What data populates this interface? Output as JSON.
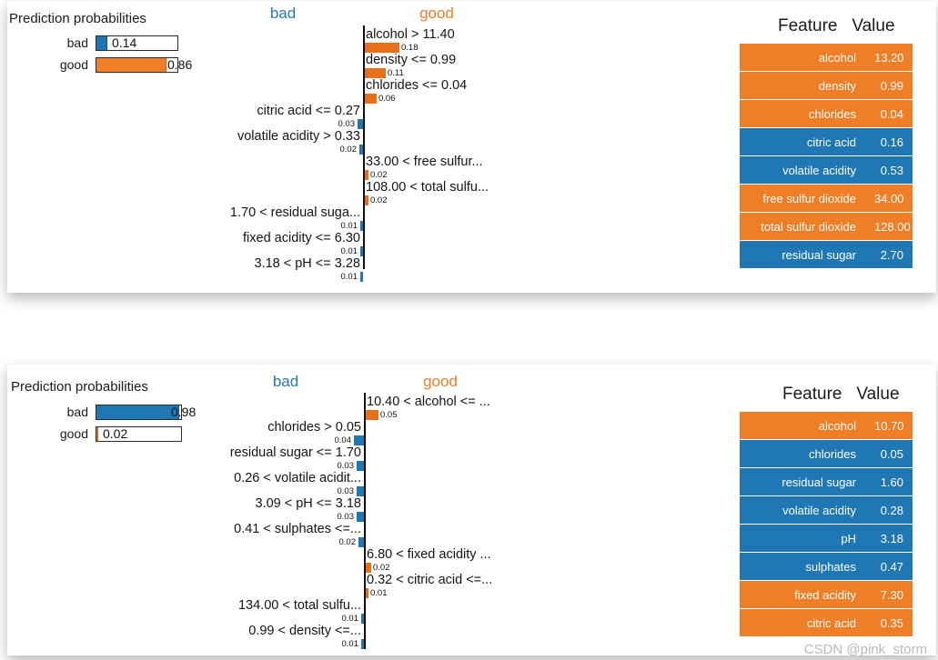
{
  "watermark": "CSDN @pink_storm",
  "panels": [
    {
      "id": "top",
      "probabilities": {
        "title": "Prediction probabilities",
        "rows": [
          {
            "label": "bad",
            "value": "0.14",
            "p": 0.14,
            "color": "blue"
          },
          {
            "label": "good",
            "value": "0.86",
            "p": 0.86,
            "color": "orange"
          }
        ]
      },
      "chart_data": {
        "type": "bar",
        "title": "LIME local explanation",
        "orientation": "horizontal-diverging",
        "classes": [
          {
            "name": "bad",
            "color": "#2878b5"
          },
          {
            "name": "good",
            "color": "#f07e26"
          }
        ],
        "xlabel": "",
        "ylabel": "",
        "xlim": [
          -0.2,
          0.2
        ],
        "grid": false,
        "legend": "top",
        "features": [
          {
            "label": "alcohol > 11.40",
            "weight": 0.18,
            "side": "good"
          },
          {
            "label": "density <= 0.99",
            "weight": 0.11,
            "side": "good"
          },
          {
            "label": "chlorides <= 0.04",
            "weight": 0.06,
            "side": "good"
          },
          {
            "label": "citric acid <= 0.27",
            "weight": 0.03,
            "side": "bad"
          },
          {
            "label": "volatile acidity > 0.33",
            "weight": 0.02,
            "side": "bad"
          },
          {
            "label": "33.00 < free sulfur...",
            "weight": 0.02,
            "side": "good"
          },
          {
            "label": "108.00 < total sulfu...",
            "weight": 0.02,
            "side": "good"
          },
          {
            "label": "1.70 < residual suga...",
            "weight": 0.01,
            "side": "bad"
          },
          {
            "label": "fixed acidity <= 6.30",
            "weight": 0.01,
            "side": "bad"
          },
          {
            "label": "3.18 < pH <= 3.28",
            "weight": 0.01,
            "side": "bad"
          }
        ]
      },
      "table": {
        "headers": [
          "Feature",
          "Value"
        ],
        "rows": [
          {
            "feature": "alcohol",
            "value": "13.20",
            "color": "orange"
          },
          {
            "feature": "density",
            "value": "0.99",
            "color": "orange"
          },
          {
            "feature": "chlorides",
            "value": "0.04",
            "color": "orange"
          },
          {
            "feature": "citric acid",
            "value": "0.16",
            "color": "blue"
          },
          {
            "feature": "volatile acidity",
            "value": "0.53",
            "color": "blue"
          },
          {
            "feature": "free sulfur dioxide",
            "value": "34.00",
            "color": "orange"
          },
          {
            "feature": "total sulfur dioxide",
            "value": "128.00",
            "color": "orange"
          },
          {
            "feature": "residual sugar",
            "value": "2.70",
            "color": "blue"
          }
        ]
      }
    },
    {
      "id": "bottom",
      "probabilities": {
        "title": "Prediction probabilities",
        "rows": [
          {
            "label": "bad",
            "value": "0.98",
            "p": 0.98,
            "color": "blue"
          },
          {
            "label": "good",
            "value": "0.02",
            "p": 0.02,
            "color": "orange"
          }
        ]
      },
      "chart_data": {
        "type": "bar",
        "title": "LIME local explanation",
        "orientation": "horizontal-diverging",
        "classes": [
          {
            "name": "bad",
            "color": "#2878b5"
          },
          {
            "name": "good",
            "color": "#f07e26"
          }
        ],
        "xlabel": "",
        "ylabel": "",
        "xlim": [
          -0.06,
          0.06
        ],
        "grid": false,
        "legend": "top",
        "features": [
          {
            "label": "10.40 < alcohol <= ...",
            "weight": 0.05,
            "side": "good"
          },
          {
            "label": "chlorides > 0.05",
            "weight": 0.04,
            "side": "bad"
          },
          {
            "label": "residual sugar <= 1.70",
            "weight": 0.03,
            "side": "bad"
          },
          {
            "label": "0.26 < volatile acidit...",
            "weight": 0.03,
            "side": "bad"
          },
          {
            "label": "3.09 < pH <= 3.18",
            "weight": 0.03,
            "side": "bad"
          },
          {
            "label": "0.41 < sulphates <=...",
            "weight": 0.02,
            "side": "bad"
          },
          {
            "label": "6.80 < fixed acidity ...",
            "weight": 0.02,
            "side": "good"
          },
          {
            "label": "0.32 < citric acid <=...",
            "weight": 0.01,
            "side": "good"
          },
          {
            "label": "134.00 < total sulfu...",
            "weight": 0.01,
            "side": "bad"
          },
          {
            "label": "0.99 < density <=...",
            "weight": 0.01,
            "side": "bad"
          }
        ]
      },
      "table": {
        "headers": [
          "Feature",
          "Value"
        ],
        "rows": [
          {
            "feature": "alcohol",
            "value": "10.70",
            "color": "orange"
          },
          {
            "feature": "chlorides",
            "value": "0.05",
            "color": "blue"
          },
          {
            "feature": "residual sugar",
            "value": "1.60",
            "color": "blue"
          },
          {
            "feature": "volatile acidity",
            "value": "0.28",
            "color": "blue"
          },
          {
            "feature": "pH",
            "value": "3.18",
            "color": "blue"
          },
          {
            "feature": "sulphates",
            "value": "0.47",
            "color": "blue"
          },
          {
            "feature": "fixed acidity",
            "value": "7.30",
            "color": "orange"
          },
          {
            "feature": "citric acid",
            "value": "0.35",
            "color": "orange"
          }
        ]
      }
    }
  ]
}
